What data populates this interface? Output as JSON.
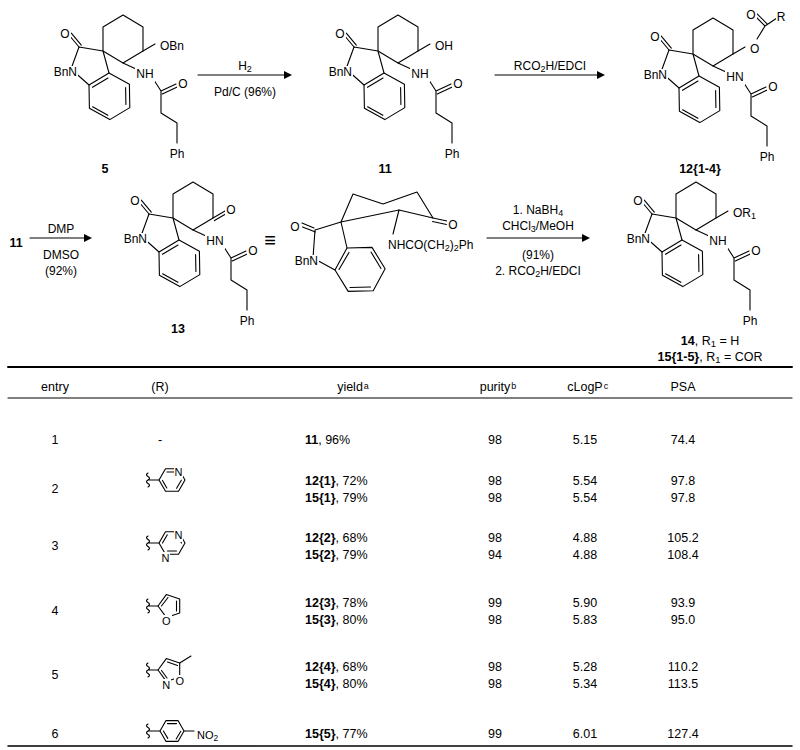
{
  "diagram": {
    "labels": [
      "O",
      "BnN",
      "OBn",
      "NH",
      "O",
      "Ph",
      "5",
      "H2",
      "Pd/C (96%)",
      "O",
      "BnN",
      "OH",
      "NH",
      "O",
      "Ph",
      "11",
      "RCO2H/EDCI",
      "O",
      "R",
      "O",
      "BnN",
      "O",
      "HN",
      "O",
      "Ph",
      "12{1-4}",
      "11",
      "DMP",
      "DMSO",
      "(92%)",
      "O",
      "BnN",
      "O",
      "HN",
      "O",
      "Ph",
      "13",
      "≡",
      "O",
      "BnN",
      "O",
      "NHCO(CH2)2Ph",
      "1. NaBH4",
      "CHCl3/MeOH",
      "(91%)",
      "2. RCO2H/EDCI",
      "O",
      "BnN",
      "OR1",
      "NH",
      "O",
      "Ph",
      "14, R1 = H",
      "15{1-5}, R1 = COR",
      "entry",
      "(R)",
      "yield",
      "a",
      "purity",
      "b",
      "cLogP",
      "c",
      "PSA",
      "1",
      "-",
      "11, 96%",
      "98",
      "5.15",
      "74.4",
      "2",
      "N",
      "12{1}, 72%",
      "15{1}, 79%",
      "98",
      "98",
      "5.54",
      "5.54",
      "97.8",
      "97.8",
      "3",
      "N",
      "N",
      "12{2}, 68%",
      "15{2}, 79%",
      "98",
      "94",
      "4.88",
      "4.88",
      "105.2",
      "108.4",
      "4",
      "O",
      "12{3}, 78%",
      "15{3}, 80%",
      "99",
      "98",
      "5.90",
      "5.83",
      "93.9",
      "95.0",
      "5",
      "N",
      "O",
      "12{4}, 68%",
      "15{4}, 80%",
      "98",
      "98",
      "5.28",
      "5.34",
      "110.2",
      "113.5",
      "6",
      "NO2",
      "15{5}, 77%",
      "99",
      "6.01",
      "127.4"
    ]
  }
}
